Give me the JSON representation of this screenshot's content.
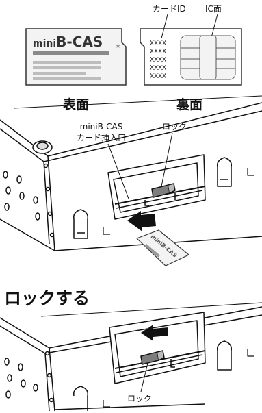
{
  "card_front": {
    "logo_prefix": "mini",
    "logo_main": "B-CAS",
    "caption": "表面"
  },
  "card_back": {
    "id_label": "カードID",
    "ic_label": "IC面",
    "id_lines": [
      "XXXX",
      "XXXX",
      "XXXX",
      "XXXX",
      "XXXX"
    ],
    "caption": "裏面"
  },
  "step_insert": {
    "slot_label_line1": "miniB-CAS",
    "slot_label_line2": "カード挿入口",
    "lock_label": "ロック",
    "card_text": "miniB-CAS"
  },
  "step_lock": {
    "heading": "ロックする",
    "lock_label": "ロック"
  },
  "colors": {
    "card_bg": "#f2f2f2",
    "gray_block": "#9a9a9a",
    "line": "#111111",
    "arrow": "#111111",
    "lock_fill": "#7d7d7d"
  }
}
